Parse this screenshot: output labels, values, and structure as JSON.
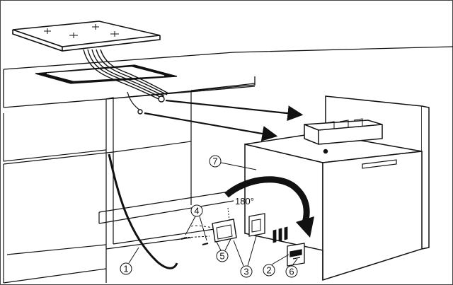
{
  "diagram": {
    "rotation_label": "180°",
    "callouts": [
      {
        "id": "1",
        "label": "1"
      },
      {
        "id": "2",
        "label": "2"
      },
      {
        "id": "3",
        "label": "3"
      },
      {
        "id": "4",
        "label": "4"
      },
      {
        "id": "5",
        "label": "5"
      },
      {
        "id": "6",
        "label": "6"
      },
      {
        "id": "7",
        "label": "7"
      }
    ]
  }
}
